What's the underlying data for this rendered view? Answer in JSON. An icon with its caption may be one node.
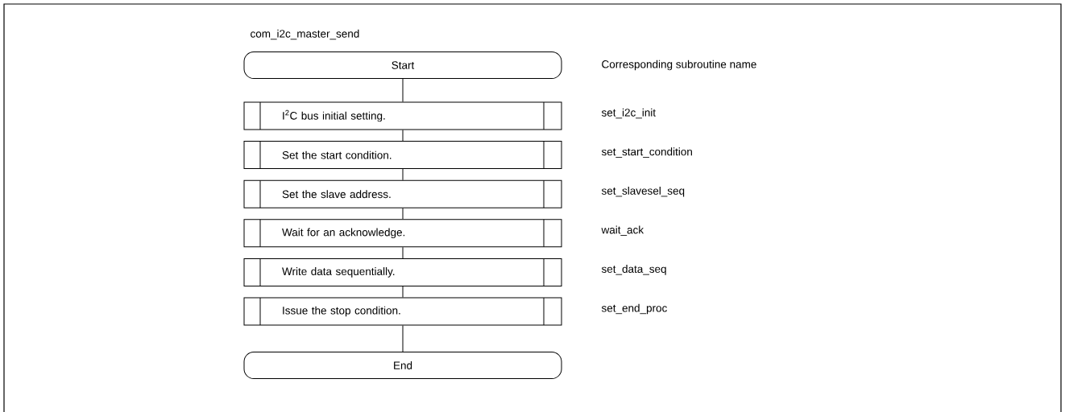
{
  "diagram": {
    "title": "com_i2c_master_send",
    "nodes": [
      {
        "text": [
          "Start"
        ]
      },
      {
        "text": [
          "I$^{2}$C bus initial setting."
        ],
        "beside": [
          "set_i2c_init"
        ]
      },
      {
        "text": [
          "Set the start condition."
        ],
        "beside": [
          "set_start_condition"
        ]
      },
      {
        "text": [
          "Set the slave address."
        ],
        "beside": [
          "set_slavesel_seq"
        ]
      },
      {
        "text": [
          "Wait for an acknowledge."
        ],
        "beside": [
          "wait_ack"
        ]
      },
      {
        "text": [
          "Write data sequentially."
        ],
        "beside": [
          "set_data_seq"
        ]
      },
      {
        "text": [
          "Issue the stop condition."
        ],
        "beside": [
          "set_end_proc"
        ]
      },
      {
        "text": [
          "End"
        ]
      }
    ],
    "edges": [
      {
        "from": 0,
        "to": 1,
        "arrow": "none"
      },
      {
        "from": 1,
        "to": 2,
        "arrow": "none"
      },
      {
        "from": 2,
        "to": 3,
        "arrow": "none"
      },
      {
        "from": 3,
        "to": 4,
        "arrow": "none"
      },
      {
        "from": 4,
        "to": 5,
        "arrow": "none"
      },
      {
        "from": 5,
        "to": 6,
        "arrow": "none"
      },
      {
        "from": 6,
        "to": 7,
        "arrow": "none"
      }
    ],
    "labels": [
      "Corresponding subroutine name"
    ]
  }
}
